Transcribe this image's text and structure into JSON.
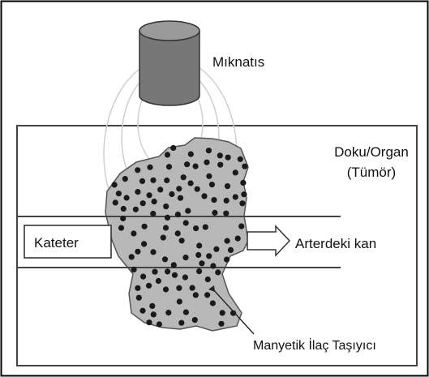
{
  "diagram": {
    "labels": {
      "magnet": "Mıknatıs",
      "tissue": "Doku/Organ",
      "tumor": "(Tümör)",
      "catheter": "Kateter",
      "blood": "Arterdeki kan",
      "carrier": "Manyetik İlaç Taşıyıcı"
    }
  },
  "colors": {
    "frame": "#000000",
    "magnet_fill": "#777777",
    "magnet_top": "#9a9a9a",
    "tumor_fill": "#b8b8b8",
    "particle": "#1a1a1a",
    "field_lines": "#cfcfcf"
  }
}
